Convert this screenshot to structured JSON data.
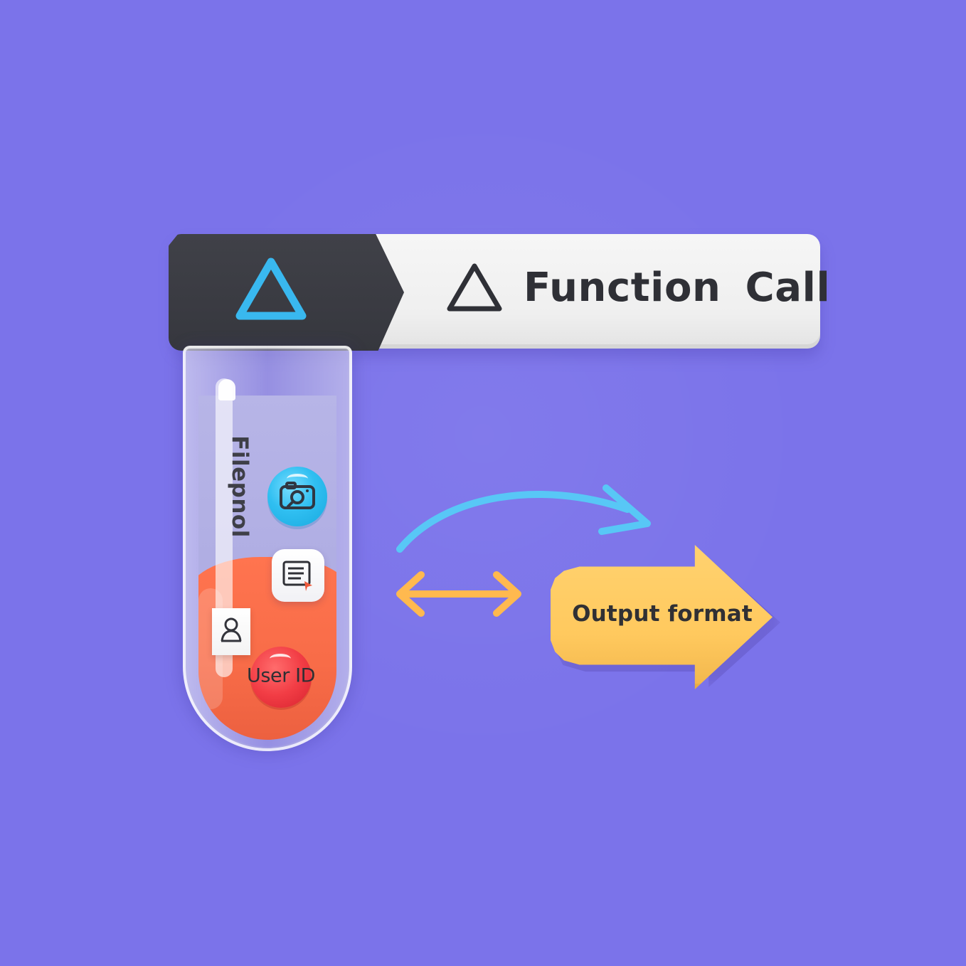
{
  "header": {
    "title": "Function  Call",
    "icons": [
      "triangle-icon-blue",
      "triangle-icon-dark"
    ],
    "colors": {
      "dark_panel": "#3a3b42",
      "light_panel": "#f1f1f1",
      "blue_icon": "#39b8ef",
      "dark_icon": "#2f3036"
    }
  },
  "tube": {
    "vertical_label": "Filepnol",
    "button_label": "User ID",
    "icons": [
      "camera-icon",
      "document-icon",
      "user-icon"
    ],
    "colors": {
      "liquid": "#f86c48",
      "camera_badge": "#30bff1",
      "red_button": "#f23d45"
    }
  },
  "flow": {
    "output_label": "Output format",
    "arrows": [
      "curved-arrow-blue",
      "double-arrow-orange"
    ],
    "colors": {
      "blue_arrow": "#58c7f6",
      "orange_arrow": "#ffb94f",
      "output_tag": "#ffc95e",
      "background": "#7b73ea"
    }
  }
}
